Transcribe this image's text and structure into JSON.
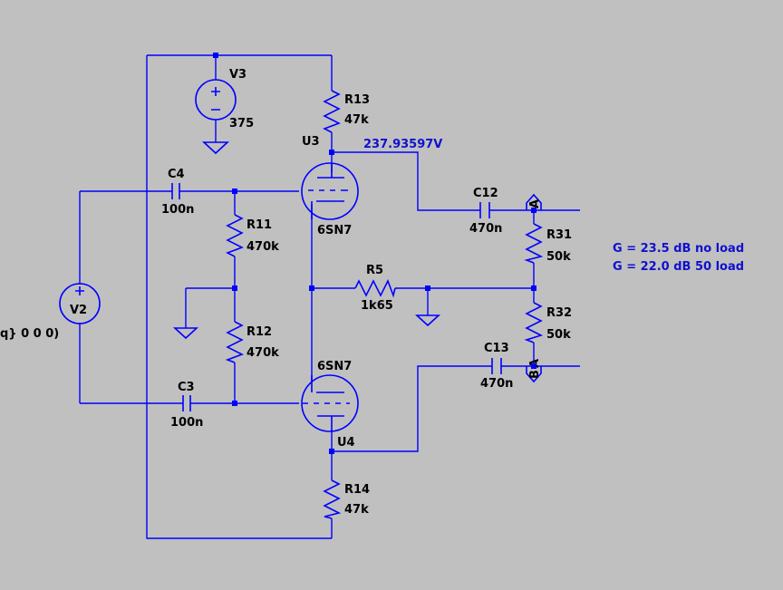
{
  "schematic": {
    "partial_text": "q} 0 0 0)",
    "node_voltage": "237.93597V",
    "gain_notes": [
      "G = 23.5 dB no load",
      "G = 22.0 dB 50 load"
    ],
    "net_labels": {
      "a": "A",
      "b": "B"
    },
    "components": {
      "v3": {
        "name": "V3",
        "value": "375"
      },
      "r13": {
        "name": "R13",
        "value": "47k"
      },
      "u3": {
        "name": "U3",
        "model": "6SN7"
      },
      "c4": {
        "name": "C4",
        "value": "100n"
      },
      "r11": {
        "name": "R11",
        "value": "470k"
      },
      "v2": {
        "name": "V2"
      },
      "r12": {
        "name": "R12",
        "value": "470k"
      },
      "r5": {
        "name": "R5",
        "value": "1k65"
      },
      "c12": {
        "name": "C12",
        "value": "470n"
      },
      "r31": {
        "name": "R31",
        "value": "50k"
      },
      "r32": {
        "name": "R32",
        "value": "50k"
      },
      "c13": {
        "name": "C13",
        "value": "470n"
      },
      "c3": {
        "name": "C3",
        "value": "100n"
      },
      "u4": {
        "name": "U4",
        "model": "6SN7"
      },
      "r14": {
        "name": "R14",
        "value": "47k"
      }
    }
  }
}
